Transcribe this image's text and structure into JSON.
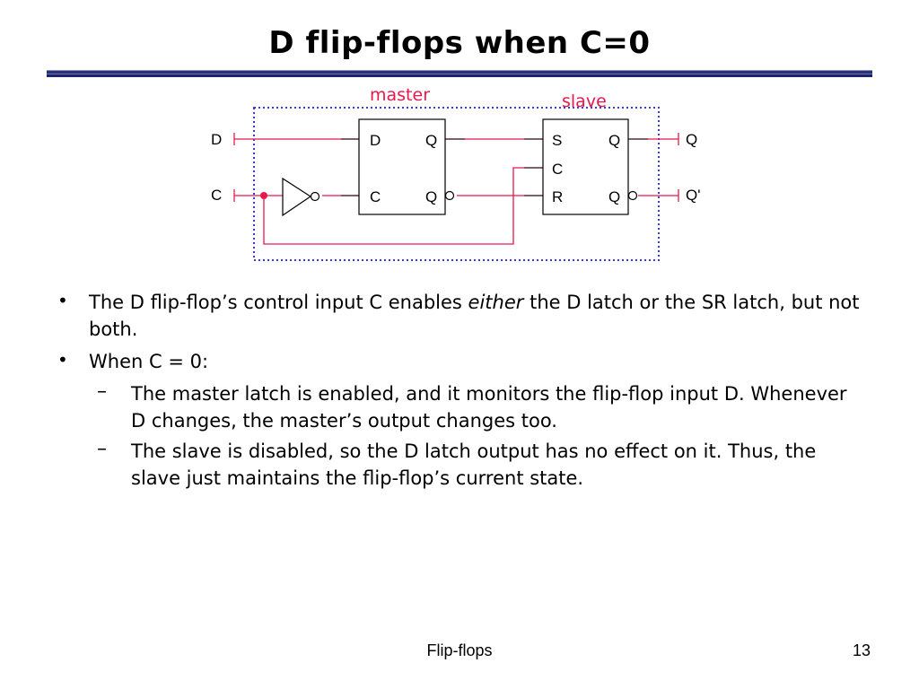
{
  "slide": {
    "title": "D flip-flops when C=0",
    "footer": "Flip-flops",
    "page_number": "13"
  },
  "diagram": {
    "master_label": "master",
    "slave_label": "slave",
    "input_d": "D",
    "input_c": "C",
    "output_q": "Q",
    "output_q_prime": "Q'",
    "master_pins": {
      "d": "D",
      "c": "C",
      "q": "Q",
      "qbar": "Q"
    },
    "slave_pins": {
      "s": "S",
      "c": "C",
      "r": "R",
      "q": "Q",
      "qbar": "Q"
    },
    "colors": {
      "wire": "#e8174a",
      "box": "#000000",
      "dotted_border": "#3a3ae0",
      "title_rule": "#2a2f7a"
    }
  },
  "bullets": [
    {
      "marker": "•",
      "runs": [
        {
          "text": "The D flip-flop’s control input C enables ",
          "italic": false
        },
        {
          "text": "either",
          "italic": true
        },
        {
          "text": " the D latch or the SR latch, but not both.",
          "italic": false
        }
      ]
    },
    {
      "marker": "•",
      "runs": [
        {
          "text": "When C = 0:",
          "italic": false
        }
      ],
      "sub": [
        {
          "marker": "–",
          "text": "The master latch is enabled, and it monitors the flip-flop input D. Whenever D changes, the master’s output changes too."
        },
        {
          "marker": "–",
          "text": "The slave is disabled, so the D latch output has no effect on it. Thus, the slave just maintains the flip-flop’s current state."
        }
      ]
    }
  ]
}
